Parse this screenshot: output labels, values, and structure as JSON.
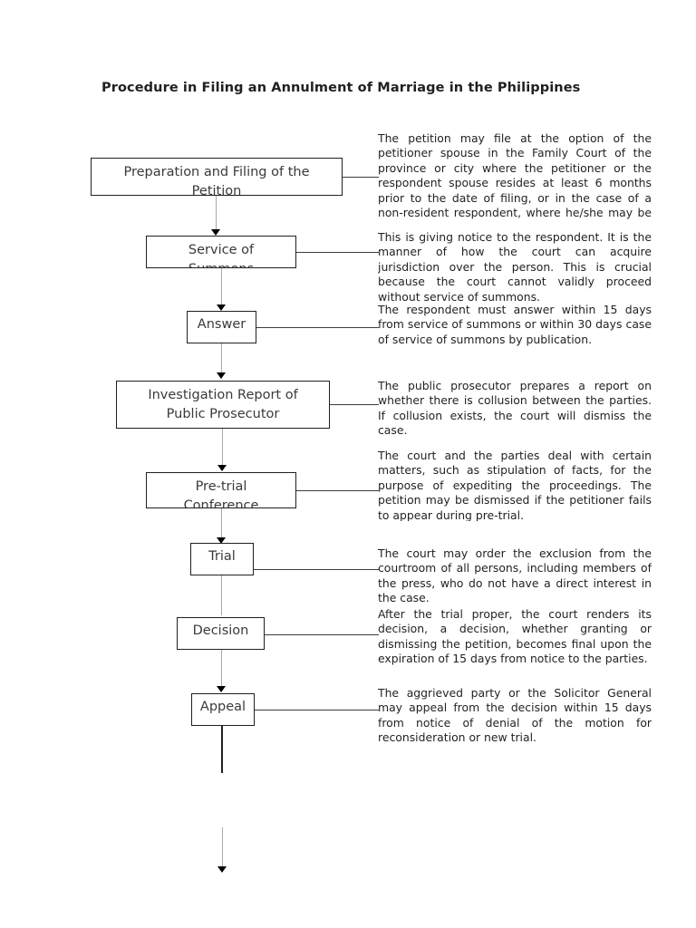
{
  "document": {
    "title": "Procedure in Filing an Annulment of Marriage in the Philippines"
  },
  "flowchart": {
    "steps": [
      {
        "id": "preparation-and-filing",
        "label": "Preparation and Filing of the\nPetition",
        "description": "The petition may file at the option of the petitioner spouse in the Family Court of the province or city where the petitioner or the respondent spouse resides at least 6 months prior to the date of filing, or in the case of a non-resident respondent, where he/she may be found in the philippines."
      },
      {
        "id": "service-of-summons",
        "label": "Service of\nSummons",
        "description": "This is giving notice to the respondent. It is the manner of how the court can acquire jurisdiction over the person. This is crucial because the court cannot validly proceed without service of summons."
      },
      {
        "id": "answer",
        "label": "Answer",
        "description": "The respondent must answer within 15 days from service of summons or within 30 days case of service of summons by publication."
      },
      {
        "id": "investigation-report",
        "label": "Investigation Report of\nPublic Prosecutor",
        "description": "The public prosecutor prepares a report on whether there is collusion between the parties. If collusion exists, the court will dismiss the case."
      },
      {
        "id": "pre-trial-conference",
        "label": "Pre-trial\nConference",
        "description": "The court and the parties deal with certain matters, such as stipulation of facts, for the purpose of expediting the proceedings. The petition may be dismissed if the petitioner fails to appear during pre-trial."
      },
      {
        "id": "trial",
        "label": "Trial",
        "description": "The court may order the exclusion from the courtroom of all persons, including members of the press, who do not have a direct interest in the case."
      },
      {
        "id": "decision",
        "label": "Decision",
        "description": "After the trial proper, the court renders its decision, a decision, whether granting or dismissing the petition, becomes final upon the expiration of 15 days from notice to the parties."
      },
      {
        "id": "appeal",
        "label": "Appeal",
        "description": "The aggrieved party or the Solicitor General may appeal from the decision within 15 days from notice of denial of the motion for reconsideration or new trial."
      }
    ]
  },
  "colors": {
    "ink": "#231f20",
    "box_border": "#231f20",
    "connector": "#a9a9a9",
    "connector_dark": "#231f20",
    "page_background": "#ffffff"
  }
}
